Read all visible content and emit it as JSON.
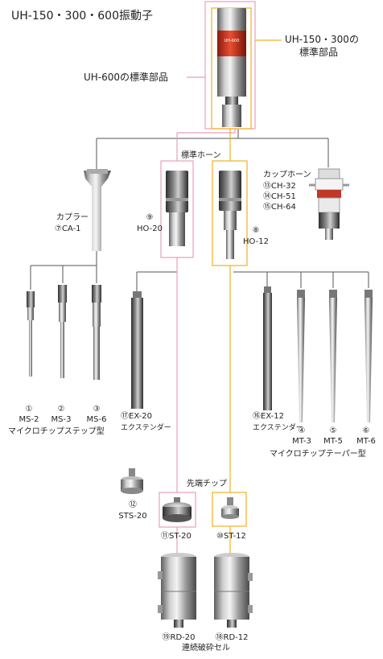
{
  "title": "UH-150・300・600振動子",
  "callouts": {
    "standard_150_300_line1": "UH-150・300の",
    "standard_150_300_line2": "標準部品",
    "standard_600": "UH-600の標準部品"
  },
  "group_labels": {
    "standard_horn": "標準ホーン",
    "cup_horn": "カップホーン",
    "tip": "先端チップ",
    "microchip_step": "マイクロチップステップ型",
    "microchip_taper": "マイクロチップテーパー型",
    "continuous_cell": "連続破砕セル"
  },
  "parts": {
    "coupler": {
      "name": "カプラー",
      "code": "⑦CA-1"
    },
    "ho20": {
      "num": "⑨",
      "code": "HO-20"
    },
    "ho12": {
      "num": "⑧",
      "code": "HO-12"
    },
    "cup_horn_items": [
      "⑬CH-32",
      "⑭CH-51",
      "⑮CH-64"
    ],
    "ms2": {
      "num": "①",
      "code": "MS-2"
    },
    "ms3": {
      "num": "②",
      "code": "MS-3"
    },
    "ms6": {
      "num": "③",
      "code": "MS-6"
    },
    "ex20": {
      "code": "⑰EX-20",
      "sub": "エクステンダー"
    },
    "ex12": {
      "code": "⑯EX-12",
      "sub": "エクステンダー"
    },
    "mt3": {
      "num": "④",
      "code": "MT-3"
    },
    "mt5": {
      "num": "⑤",
      "code": "MT-5"
    },
    "mt6": {
      "num": "⑥",
      "code": "MT-6"
    },
    "sts20": {
      "num": "⑫",
      "code": "STS-20"
    },
    "st20": {
      "code": "⑪ST-20"
    },
    "st12": {
      "code": "⑩ST-12"
    },
    "rd20": {
      "code": "⑲RD-20"
    },
    "rd12": {
      "code": "⑱RD-12"
    }
  },
  "transducer_label": "UH-600",
  "colors": {
    "line": "#555555",
    "pink": "#e8a0b8",
    "orange": "#f0b020",
    "steel_dark": "#6a6a6a",
    "steel_light": "#e6e6e6",
    "red_band": "#d83020"
  }
}
